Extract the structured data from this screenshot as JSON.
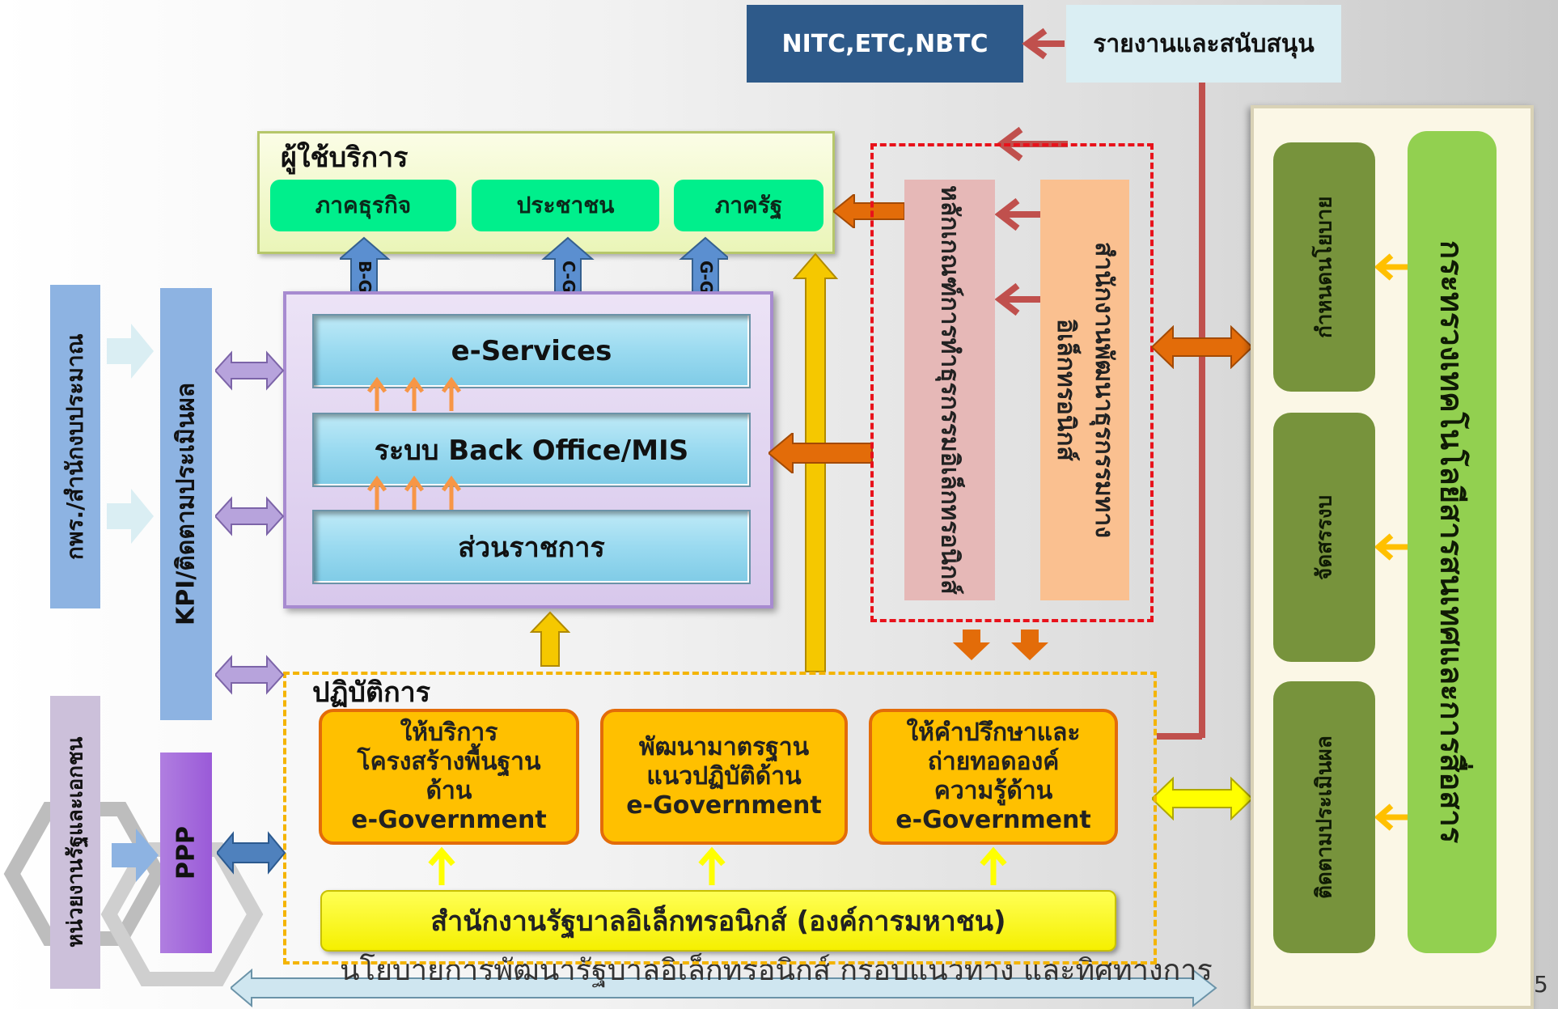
{
  "top": {
    "nitc_label": "NITC,ETC,NBTC",
    "report_label": "รายงานและสนับสนุน"
  },
  "users": {
    "title": "ผู้ใช้บริการ",
    "groups": [
      "ภาคธุรกิจ",
      "ประชาชน",
      "ภาครัฐ"
    ],
    "arrow_tags": [
      "B-G",
      "C-G",
      "G-G"
    ]
  },
  "left": {
    "budget": "กพร./สำนักงบประมาณ",
    "kpi": "KPI/ติดตามประเมินผล",
    "partners": "หน่วยงานรัฐและเอกชน",
    "ppp": "PPP"
  },
  "layers": {
    "services": "e-Services",
    "backoffice": "ระบบ Back Office/MIS",
    "agencies": "ส่วนราชการ"
  },
  "governance": {
    "principles": "หลักเกณฑ์การทำธุรกรรมอิเล็กทรอนิกส์",
    "etda": "สำนักงานพัฒนาธุรกรรมทางอิเล็กทรอนิกส์"
  },
  "operations": {
    "title": "ปฏิบัติการ",
    "boxes": [
      "ให้บริการ\nโครงสร้างพื้นฐาน\nด้าน\ne-Government",
      "พัฒนามาตรฐาน\nแนวปฏิบัติด้าน\ne-Government",
      "ให้คำปรึกษาและ\nถ่ายทอดองค์\nความรู้ด้าน\ne-Government"
    ],
    "ega": "สำนักงานรัฐบาลอิเล็กทรอนิกส์ (องค์การมหาชน)"
  },
  "ministry": {
    "title": "กระทรวงเทคโนโลยีสารสนเทศและการสื่อสาร",
    "roles": [
      "กำหนดนโยบาย",
      "จัดสรรงบ",
      "ติดตามประเมินผล"
    ]
  },
  "footer": {
    "policy": "นโยบายการพัฒนารัฐบาลอิเล็กทรอนิกส์ กรอบแนวทาง และทิศทางการ",
    "page_number": "5"
  },
  "colors": {
    "navy": "#2e5a8a",
    "lightblue": "#daeef3",
    "red": "#c0504d",
    "orange": "#ffc000",
    "green": "#00ef8c",
    "olive": "#77933c",
    "ministry_green": "#92d050",
    "purple": "#a78bd0",
    "kpi_blue": "#8db3e2"
  }
}
